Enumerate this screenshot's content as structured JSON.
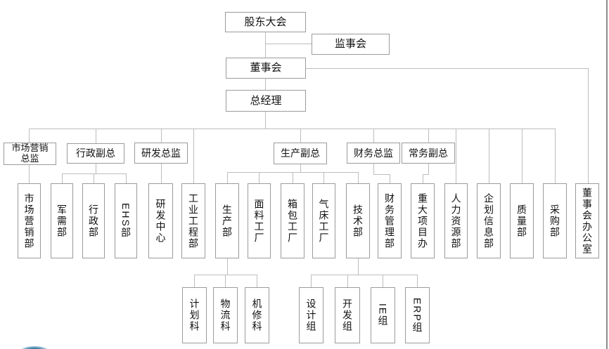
{
  "chart_type": "organizational-chart",
  "colors": {
    "background": "#ffffff",
    "box_border": "#9b9b9b",
    "connector": "#bdbdbd",
    "text": "#111111",
    "right_edge_line": "#8a8a8a",
    "logo_blue": "#1d4f6e"
  },
  "nodes": {
    "shareholders_meeting": "股东大会",
    "supervisory_board": "监事会",
    "board_of_directors": "董事会",
    "general_manager": "总经理",
    "marketing_director": {
      "line1": "市场营销",
      "line2": "总监"
    },
    "admin_vp": "行政副总",
    "rd_director": "研发总监",
    "production_vp": "生产副总",
    "finance_director": "财务总监",
    "executive_vp": "常务副总",
    "marketing_dept": "市场营销部",
    "military_supply_dept": "军需部",
    "admin_dept": "行政部",
    "ehs_dept": "EHS部",
    "rd_center": "研发中心",
    "industrial_eng_dept": "工业工程部",
    "production_dept": "生产部",
    "fabric_factory": "面料工厂",
    "bag_factory": "箱包工厂",
    "airbed_factory": "气床工厂",
    "tech_dept": "技术部",
    "finance_mgmt_dept": "财务管理部",
    "major_projects_office": "重大项目办",
    "hr_dept": "人力资源部",
    "planning_info_dept": "企划信息部",
    "quality_dept": "质量部",
    "purchasing_dept": "采购部",
    "board_office": "董事会办公室",
    "planning_section": "计划科",
    "logistics_section": "物流科",
    "machine_repair_section": "机修科",
    "design_team": "设计组",
    "development_team": "开发组",
    "ie_team": "IE组",
    "erp_team": "ERP组"
  }
}
